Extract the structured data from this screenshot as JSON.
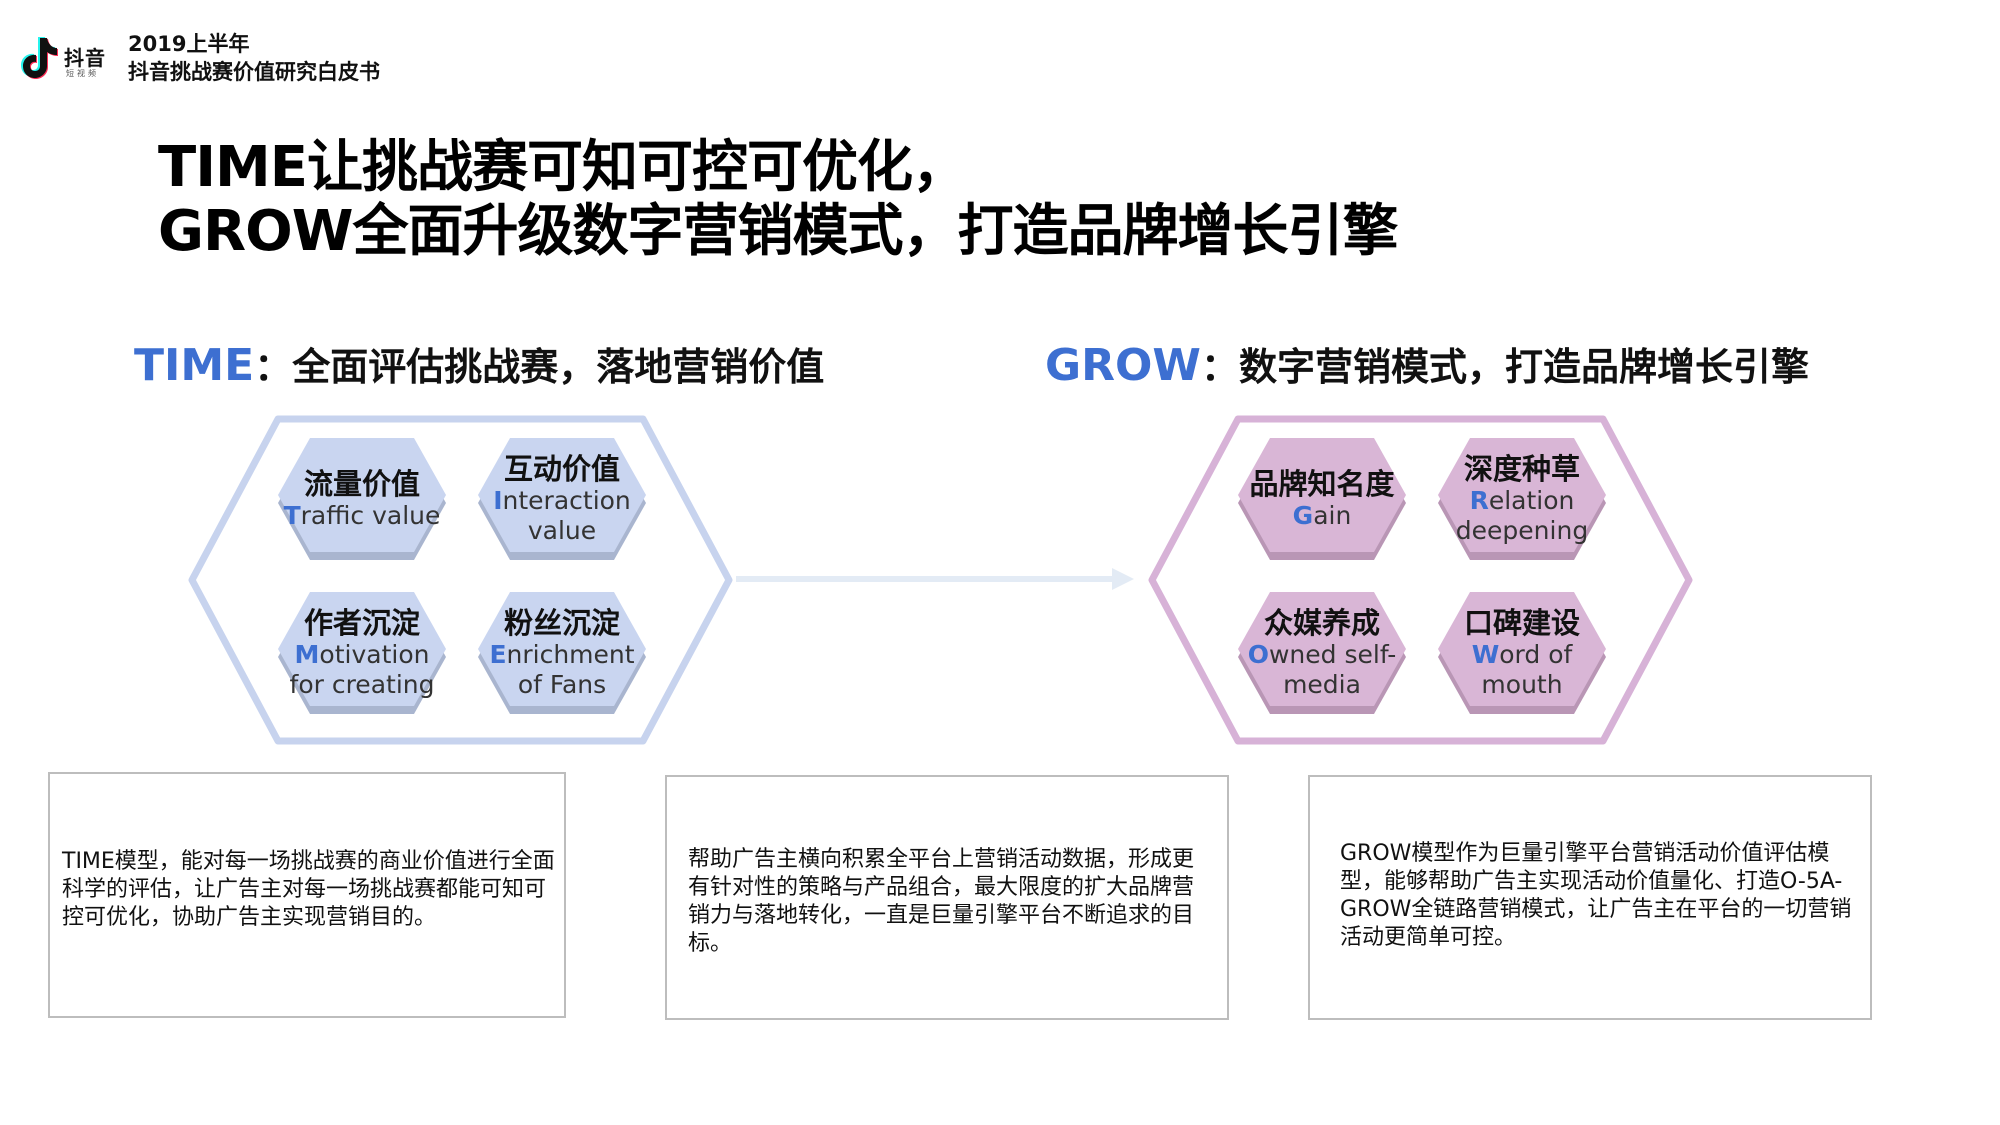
{
  "logo": {
    "name": "抖音",
    "sub": "短视频"
  },
  "header": {
    "line1": "2019上半年",
    "line2": "抖音挑战赛价值研究白皮书"
  },
  "title": {
    "line1": "TIME让挑战赛可知可控可优化，",
    "line2": "GROW全面升级数字营销模式，打造品牌增长引擎"
  },
  "time_section": {
    "keyword": "TIME",
    "rest": "：全面评估挑战赛，落地营销价值",
    "tiles": [
      {
        "title": "流量价值",
        "first": "T",
        "rest": "raffic value"
      },
      {
        "title": "互动价值",
        "first": "I",
        "rest": "nteraction value"
      },
      {
        "title": "作者沉淀",
        "first": "M",
        "rest": "otivation for creating"
      },
      {
        "title": "粉丝沉淀",
        "first": "E",
        "rest": "nrichment of Fans"
      }
    ]
  },
  "grow_section": {
    "keyword": "GROW",
    "rest": "：数字营销模式，打造品牌增长引擎",
    "tiles": [
      {
        "title": "品牌知名度",
        "first": "G",
        "rest": "ain"
      },
      {
        "title": "深度种草",
        "first": "R",
        "rest": "elation deepening"
      },
      {
        "title": "众媒养成",
        "first": "O",
        "rest": "wned self-media"
      },
      {
        "title": "口碑建设",
        "first": "W",
        "rest": "ord of mouth"
      }
    ]
  },
  "descriptions": [
    "TIME模型，能对每一场挑战赛的商业价值进行全面科学的评估，让广告主对每一场挑战赛都能可知可控可优化，协助广告主实现营销目的。",
    "帮助广告主横向积累全平台上营销活动数据，形成更有针对性的策略与产品组合，最大限度的扩大品牌营销力与落地转化，一直是巨量引擎平台不断追求的目标。",
    "GROW模型作为巨量引擎平台营销活动价值评估模型，能够帮助广告主实现活动价值量化、打造O-5A-GROW全链路营销模式，让广告主在平台的一切营销活动更简单可控。"
  ],
  "colors": {
    "accent_blue": "#3d6fd1",
    "time_tile": "#c9d5f0",
    "time_tile_shadow": "#a9b5cf",
    "grow_tile": "#d9b6d6",
    "grow_tile_shadow": "#b996b5",
    "time_frame": "#c7d3ee",
    "grow_frame": "#d7b2d7"
  },
  "icons": {
    "logo": "tiktok-note-icon",
    "arrow": "arrow-right-icon"
  }
}
